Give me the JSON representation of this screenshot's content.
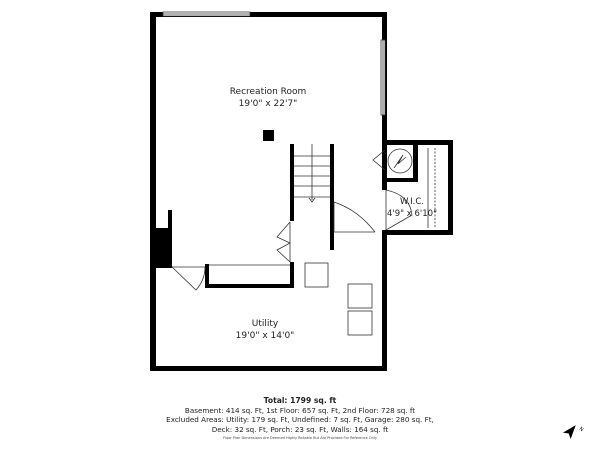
{
  "rooms": [
    {
      "name": "Recreation Room",
      "dims": "19'0\" x 22'7\""
    },
    {
      "name": "Utility",
      "dims": "19'0\" x 14'0\""
    },
    {
      "name": "W.I.C.",
      "dims": "4'9\" x 6'10\""
    }
  ],
  "summary": {
    "total": "Total: 1799 sq. ft",
    "line1": "Basement: 414 sq. Ft, 1st Floor: 657 sq. Ft, 2nd Floor: 728 sq. ft",
    "line2": "Excluded Areas: Utility: 179 sq. Ft, Undefined: 7 sq. Ft, Garage: 280 sq. Ft,",
    "line3": "Deck: 32 sq. Ft, Porch: 23 sq. Ft, Walls: 164 sq. ft",
    "disclaimer": "Floor Plan Dimensions Are Deemed Highly Reliable But Are Provided For Reference Only"
  },
  "compass": {
    "label": "N",
    "icon": "north-arrow-icon"
  },
  "colors": {
    "wall": "#000000",
    "background": "#ffffff"
  }
}
